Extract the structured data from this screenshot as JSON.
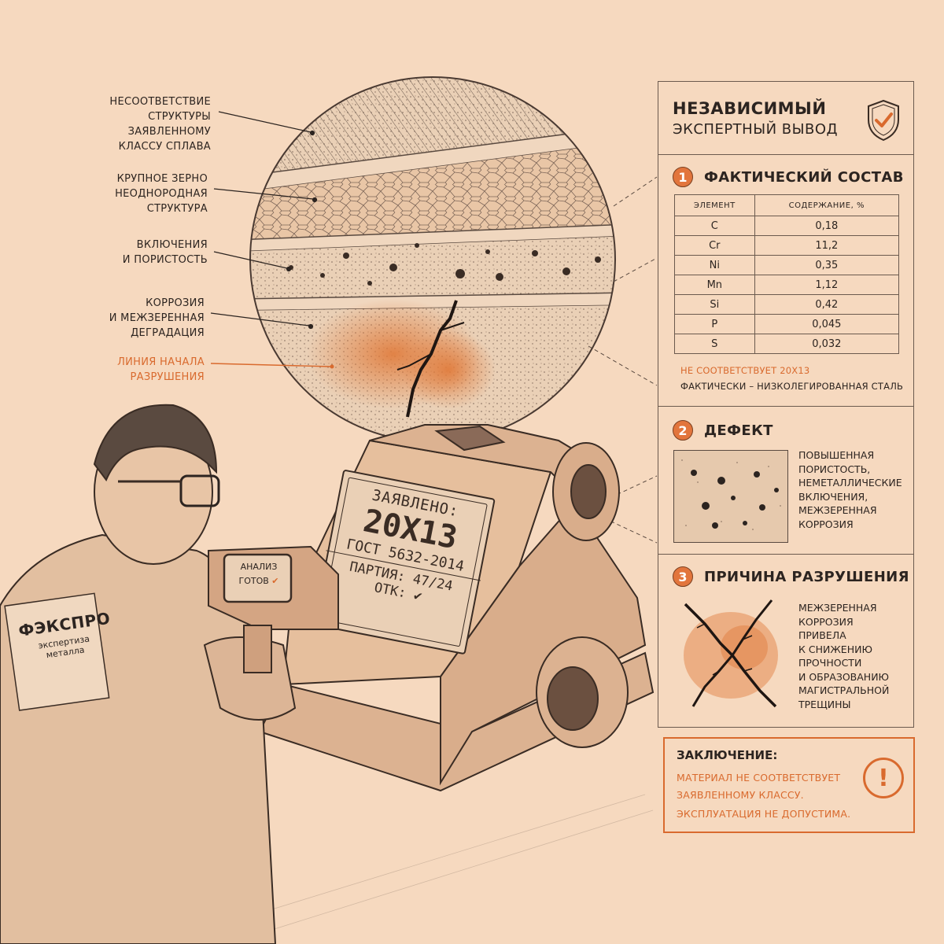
{
  "callouts": {
    "mismatch": [
      "НЕСООТВЕТСТВИЕ",
      "СТРУКТУРЫ",
      "ЗАЯВЛЕННОМУ",
      "КЛАССУ СПЛАВА"
    ],
    "grain": [
      "КРУПНОЕ ЗЕРНО",
      "НЕОДНОРОДНАЯ",
      "СТРУКТУРА"
    ],
    "inclusions": [
      "ВКЛЮЧЕНИЯ",
      "И ПОРИСТОСТЬ"
    ],
    "corrosion": [
      "КОРРОЗИЯ",
      "И МЕЖЗЕРЕННАЯ",
      "ДЕГРАДАЦИЯ"
    ],
    "fracture": [
      "ЛИНИЯ НАЧАЛА",
      "РАЗРУШЕНИЯ"
    ]
  },
  "plate": {
    "declared": "ЗАЯВЛЕНО:",
    "grade": "20Х13",
    "gost": "ГОСТ 5632-2014",
    "batch": "ПАРТИЯ: 47/24",
    "otk": "ОТК: ✔"
  },
  "device": {
    "line1": "АНАЛИЗ",
    "line2": "ГОТОВ"
  },
  "jacket": {
    "brand": "ФЭКСПРО",
    "subtitle": "экспертиза металла"
  },
  "panel": {
    "title_line1": "НЕЗАВИСИМЫЙ",
    "title_line2": "ЭКСПЕРТНЫЙ ВЫВОД",
    "icon": "shield-check-icon",
    "sections": [
      {
        "num": "1",
        "title": "ФАКТИЧЕСКИЙ СОСТАВ"
      },
      {
        "num": "2",
        "title": "ДЕФЕКТ"
      },
      {
        "num": "3",
        "title": "ПРИЧИНА РАЗРУШЕНИЯ"
      }
    ],
    "table": {
      "headers": [
        "ЭЛЕМЕНТ",
        "СОДЕРЖАНИЕ, %"
      ],
      "rows": [
        [
          "C",
          "0,18"
        ],
        [
          "Cr",
          "11,2"
        ],
        [
          "Ni",
          "0,35"
        ],
        [
          "Mn",
          "1,12"
        ],
        [
          "Si",
          "0,42"
        ],
        [
          "P",
          "0,045"
        ],
        [
          "S",
          "0,032"
        ]
      ]
    },
    "note_warn": "НЕ СООТВЕТСТВУЕТ 20Х13",
    "note_fact": "ФАКТИЧЕСКИ – НИЗКОЛЕГИРОВАННАЯ СТАЛЬ",
    "defect_desc": [
      "ПОВЫШЕННАЯ",
      "ПОРИСТОСТЬ,",
      "НЕМЕТАЛЛИЧЕСКИЕ",
      "ВКЛЮЧЕНИЯ,",
      "МЕЖЗЕРЕННАЯ",
      "КОРРОЗИЯ"
    ],
    "cause_desc": [
      "МЕЖЗЕРЕННАЯ",
      "КОРРОЗИЯ",
      "ПРИВЕЛА",
      "К СНИЖЕНИЮ",
      "ПРОЧНОСТИ",
      "И ОБРАЗОВАНИЮ",
      "МАГИСТРАЛЬНОЙ",
      "ТРЕЩИНЫ"
    ]
  },
  "conclusion": {
    "title": "ЗАКЛЮЧЕНИЕ:",
    "lines": [
      "МАТЕРИАЛ НЕ СООТВЕТСТВУЕТ",
      "ЗАЯВЛЕННОМУ КЛАССУ.",
      "ЭКСПЛУАТАЦИЯ НЕ ДОПУСТИМА."
    ],
    "icon": "exclamation-icon"
  },
  "colors": {
    "background": "#f6d9bf",
    "accent": "#d96a2e",
    "ink": "#2c2420"
  }
}
